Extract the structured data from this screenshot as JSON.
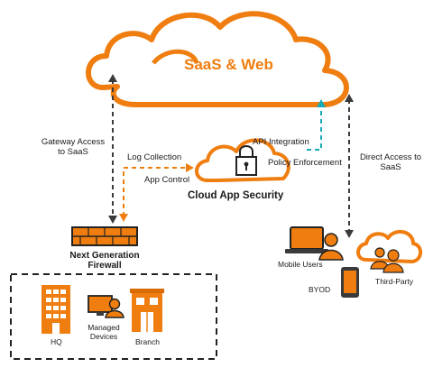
{
  "colors": {
    "orange": "#ef7d0f",
    "teal": "#17a9b5",
    "dark": "#3a3a3a"
  },
  "cloud": {
    "title": "SaaS & Web"
  },
  "labels": {
    "gateway_access": [
      "Gateway Access",
      "to SaaS"
    ],
    "log_collection": "Log Collection",
    "app_control": "App Control",
    "api_integration": "API Integration",
    "policy_enforcement": "Policy Enforcement",
    "cloud_app_security": "Cloud App Security",
    "direct_access": [
      "Direct Access to",
      "SaaS"
    ],
    "ngfw": [
      "Next Generation",
      "Firewall"
    ],
    "mobile_users": "Mobile Users",
    "byod": "BYOD",
    "third_party": "Third-Party",
    "hq": "HQ",
    "managed_devices": [
      "Managed",
      "Devices"
    ],
    "branch": "Branch"
  },
  "icons": [
    "cloud-icon",
    "lock-icon",
    "firewall-icon",
    "laptop-user-icon",
    "phone-icon",
    "people-cloud-icon",
    "building-icon",
    "computer-user-icon",
    "branch-building-icon"
  ]
}
